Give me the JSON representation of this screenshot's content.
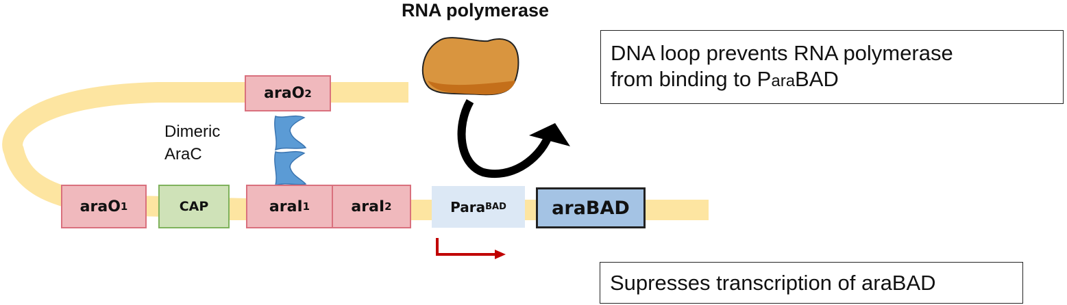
{
  "title": "RNA polymerase",
  "protein_label": {
    "line1": "Dimeric",
    "line2": "AraC"
  },
  "sites": {
    "araO2": {
      "main": "araO",
      "sub": "2"
    },
    "araO1": {
      "main": "araO",
      "sub": "1"
    },
    "cap": {
      "main": "CAP"
    },
    "araI1": {
      "main": "araI",
      "sub": "1"
    },
    "araI2": {
      "main": "araI",
      "sub": "2"
    },
    "para_bad": {
      "main": "Para",
      "sub": "BAD"
    },
    "ara_bad": {
      "main": "araBAD"
    }
  },
  "callouts": {
    "loop": {
      "line1": "DNA loop prevents RNA polymerase",
      "line2_prefix": "from binding to P",
      "line2_small": "ara",
      "line2_suffix": "BAD"
    },
    "suppress": "Supresses transcription of araBAD"
  },
  "colors": {
    "dna": "#fde5a1",
    "site_fill": "#f0b9bd",
    "site_border": "#d9707d",
    "cap_fill": "#cfe2b8",
    "promoter_fill": "#dce8f5",
    "gene_fill": "#a4c3e4",
    "arac": "#5b9bd5",
    "polymerase": "#d9953f",
    "arrow_red": "#c00000"
  },
  "icons": {
    "polymerase": "rna-polymerase-blob",
    "arac": "arac-dimer-shape",
    "bent_arrow": "transcription-start-arrow",
    "curved_arrow": "blocked-arrow"
  }
}
